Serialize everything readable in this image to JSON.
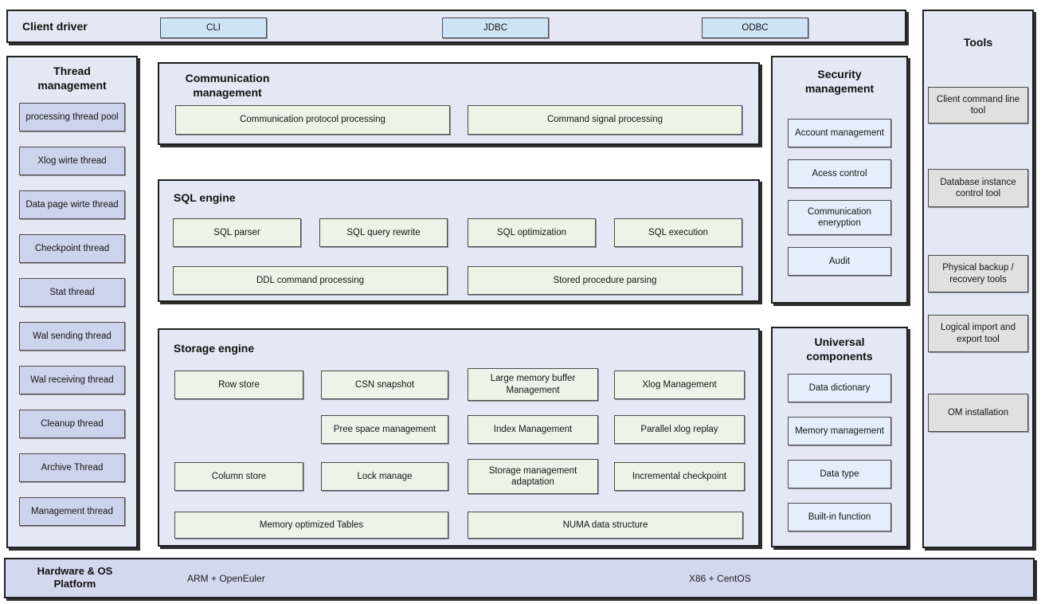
{
  "colors": {
    "panel_bg": "#e3e8f4",
    "driver_button_bg": "#cfe3f7",
    "thread_item_bg": "#ccd3ec",
    "engine_item_bg": "#ebf4e6",
    "side_item_bg": "#e4effb",
    "tools_item_bg": "#e0e0e0",
    "platform_bar_bg": "#d2d9ee",
    "border": "#1f1f1f"
  },
  "client_driver": {
    "title": "Client driver",
    "buttons": [
      "CLI",
      "JDBC",
      "ODBC"
    ]
  },
  "thread_management": {
    "title": "Thread management",
    "items": [
      "processing thread pool",
      "Xlog wirte thread",
      "Data page wirte thread",
      "Checkpoint thread",
      "Stat thread",
      "Wal sending thread",
      "Wal receiving thread",
      "Cleanup thread",
      "Archive Thread",
      "Management thread"
    ]
  },
  "communication_management": {
    "title": "Communication management",
    "items": [
      "Communication protocol processing",
      "Command signal processing"
    ]
  },
  "sql_engine": {
    "title": "SQL engine",
    "row1": [
      "SQL parser",
      "SQL query rewrite",
      "SQL optimization",
      "SQL execution"
    ],
    "row2": [
      "DDL command processing",
      "Stored procedure parsing"
    ]
  },
  "storage_engine": {
    "title": "Storage engine",
    "row1": [
      "Row store",
      "CSN snapshot",
      "Large memory buffer Management",
      "Xlog Management"
    ],
    "row2": [
      "Pree space management",
      "Index Management",
      "Parallel xlog replay"
    ],
    "row3": [
      "Column store",
      "Lock manage",
      "Storage management adaptation",
      "Incremental checkpoint"
    ],
    "row4": [
      "Memory optimized Tables",
      "NUMA data structure"
    ]
  },
  "security_management": {
    "title": "Security management",
    "items": [
      "Account management",
      "Acess control",
      "Communication eneryption",
      "Audit"
    ]
  },
  "universal_components": {
    "title": "Universal components",
    "items": [
      "Data dictionary",
      "Memory management",
      "Data type",
      "Built-in function"
    ]
  },
  "tools": {
    "title": "Tools",
    "items": [
      "Client command line tool",
      "Database instance control tool",
      "Physical backup / recovery tools",
      "Logical import and export tool",
      "OM installation"
    ]
  },
  "platform": {
    "title": "Hardware & OS Platform",
    "left_label": "ARM + OpenEuler",
    "right_label": "X86 + CentOS"
  }
}
